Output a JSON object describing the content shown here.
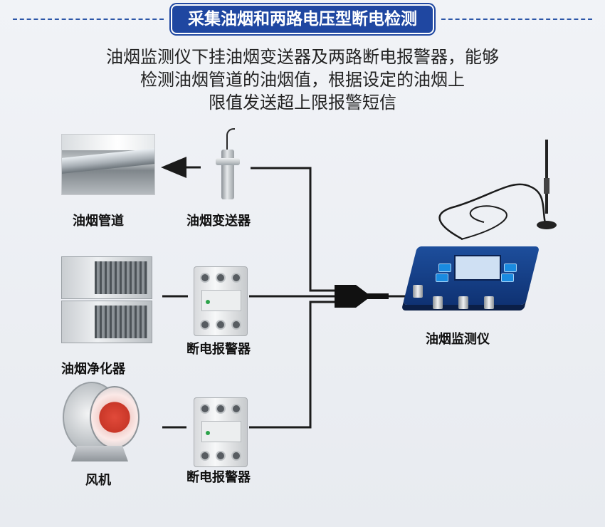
{
  "title": "采集油烟和两路电压型断电检测",
  "description": [
    "油烟监测仪下挂油烟变送器及两路断电报警器，能够",
    "检测油烟管道的油烟值，根据设定的油烟上",
    "限值发送超上限报警短信"
  ],
  "labels": {
    "duct": "油烟管道",
    "transmitter": "油烟变送器",
    "purifier": "油烟净化器",
    "alarm1": "断电报警器",
    "fan": "风机",
    "alarm2": "断电报警器",
    "monitor": "油烟监测仪"
  },
  "colors": {
    "banner": "#1f47a1",
    "wire": "#1b1b1b",
    "device_blue": "#1d4e9c",
    "fan_red": "#c93728"
  },
  "icons": {
    "duct": "duct-photo",
    "transmitter": "sensor-probe",
    "purifier": "purifier-cabinet",
    "fan": "axial-fan",
    "alarm": "power-alarm-module",
    "monitor": "monitor-unit",
    "antenna": "antenna"
  }
}
